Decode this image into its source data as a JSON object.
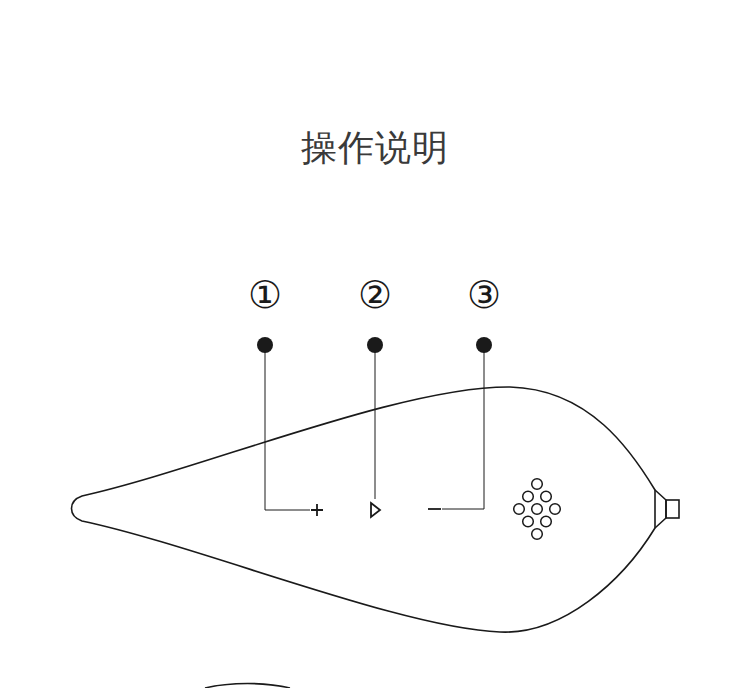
{
  "diagram": {
    "title": "操作说明",
    "labels": [
      "①",
      "②",
      "③"
    ]
  }
}
